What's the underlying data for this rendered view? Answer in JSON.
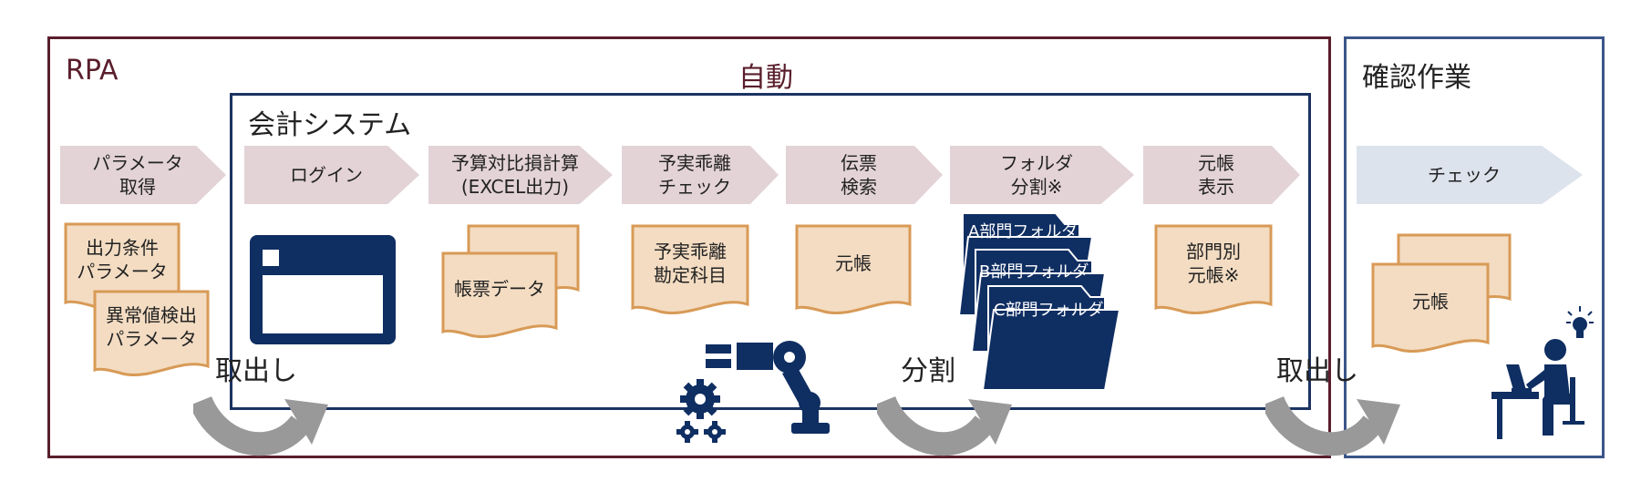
{
  "sections": {
    "rpa_label": "RPA",
    "auto_label": "自動",
    "accounting_label": "会計システム",
    "confirm_label": "確認作業"
  },
  "steps": [
    {
      "label": "パラメータ\n取得"
    },
    {
      "label": "ログイン"
    },
    {
      "label": "予算対比損計算\n(EXCEL出力)"
    },
    {
      "label": "予実乖離\nチェック"
    },
    {
      "label": "伝票\n検索"
    },
    {
      "label": "フォルダ\n分割※"
    },
    {
      "label": "元帳\n表示"
    },
    {
      "label": "チェック"
    }
  ],
  "documents": {
    "params_1": "出力条件\nパラメータ",
    "params_2": "異常値検出\nパラメータ",
    "report_data": "帳票データ",
    "variance_items": "予実乖離\n勘定科目",
    "ledger": "元帳",
    "dept_ledger": "部門別\n元帳※",
    "confirm_ledger": "元帳"
  },
  "folders": [
    "A部門フォルダ",
    "B部門フォルダ",
    "C部門フォルダ"
  ],
  "actions": {
    "extract_1": "取出し",
    "split": "分割",
    "extract_2": "取出し"
  },
  "icons": {
    "login_window": "browser-window-icon",
    "robot": "robot-arm-icon",
    "gears": "gears-icon",
    "worker": "person-at-desk-icon",
    "bulb": "lightbulb-icon"
  },
  "colors": {
    "rpa_frame": "#5a1e2c",
    "accounting_frame": "#1b3362",
    "confirm_frame": "#3a5588",
    "navy": "#0f2e62",
    "note_fill": "#f3dcc2",
    "note_border": "#d89a56",
    "arrow_pink": "#e3d3d6",
    "arrow_blue": "#dde3ec",
    "curve_gray": "#999999"
  }
}
